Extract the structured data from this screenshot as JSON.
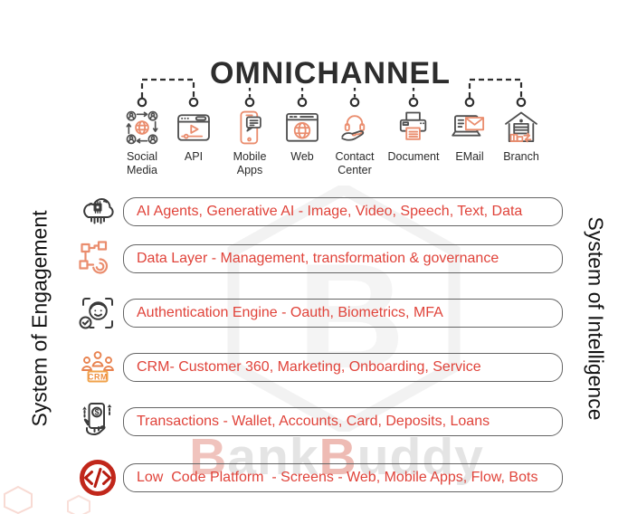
{
  "title": "OMNICHANNEL",
  "side_labels": {
    "left": "System of Engagement",
    "right": "System of Intelligence"
  },
  "channels": [
    {
      "label": "Social Media",
      "icon": "social-media-icon"
    },
    {
      "label": "API",
      "icon": "api-icon"
    },
    {
      "label": "Mobile Apps",
      "icon": "mobile-apps-icon"
    },
    {
      "label": "Web",
      "icon": "web-icon"
    },
    {
      "label": "Contact Center",
      "icon": "contact-center-icon"
    },
    {
      "label": "Document",
      "icon": "document-icon"
    },
    {
      "label": "EMail",
      "icon": "email-icon"
    },
    {
      "label": "Branch",
      "icon": "branch-icon"
    }
  ],
  "layers": [
    {
      "label": "AI Agents, Generative AI - Image, Video, Speech, Text, Data",
      "icon": "ai-cloud-icon"
    },
    {
      "label": "Data Layer - Management, transformation & governance",
      "icon": "data-layer-icon"
    },
    {
      "label": "Authentication Engine - Oauth, Biometrics, MFA",
      "icon": "authentication-icon"
    },
    {
      "label": "CRM- Customer 360, Marketing, Onboarding, Service",
      "icon": "crm-icon"
    },
    {
      "label": "Transactions - Wallet, Accounts, Card, Deposits, Loans",
      "icon": "transactions-icon"
    },
    {
      "label": "Low  Code Platform  - Screens - Web, Mobile Apps, Flow, Bots",
      "icon": "low-code-icon"
    }
  ],
  "crm_badge": "CRM",
  "icon_glyphs": {
    "dollar": "$"
  },
  "watermark": {
    "logo_letter": "B",
    "brand_parts": [
      "B",
      "ank",
      "B",
      "uddy"
    ]
  },
  "colors": {
    "text_red": "#e0433a",
    "icon_orange": "#ea8d6e",
    "icon_gray": "#4f4f4f",
    "title_dark": "#2d2d2d",
    "low_code_red": "#c1271b"
  }
}
